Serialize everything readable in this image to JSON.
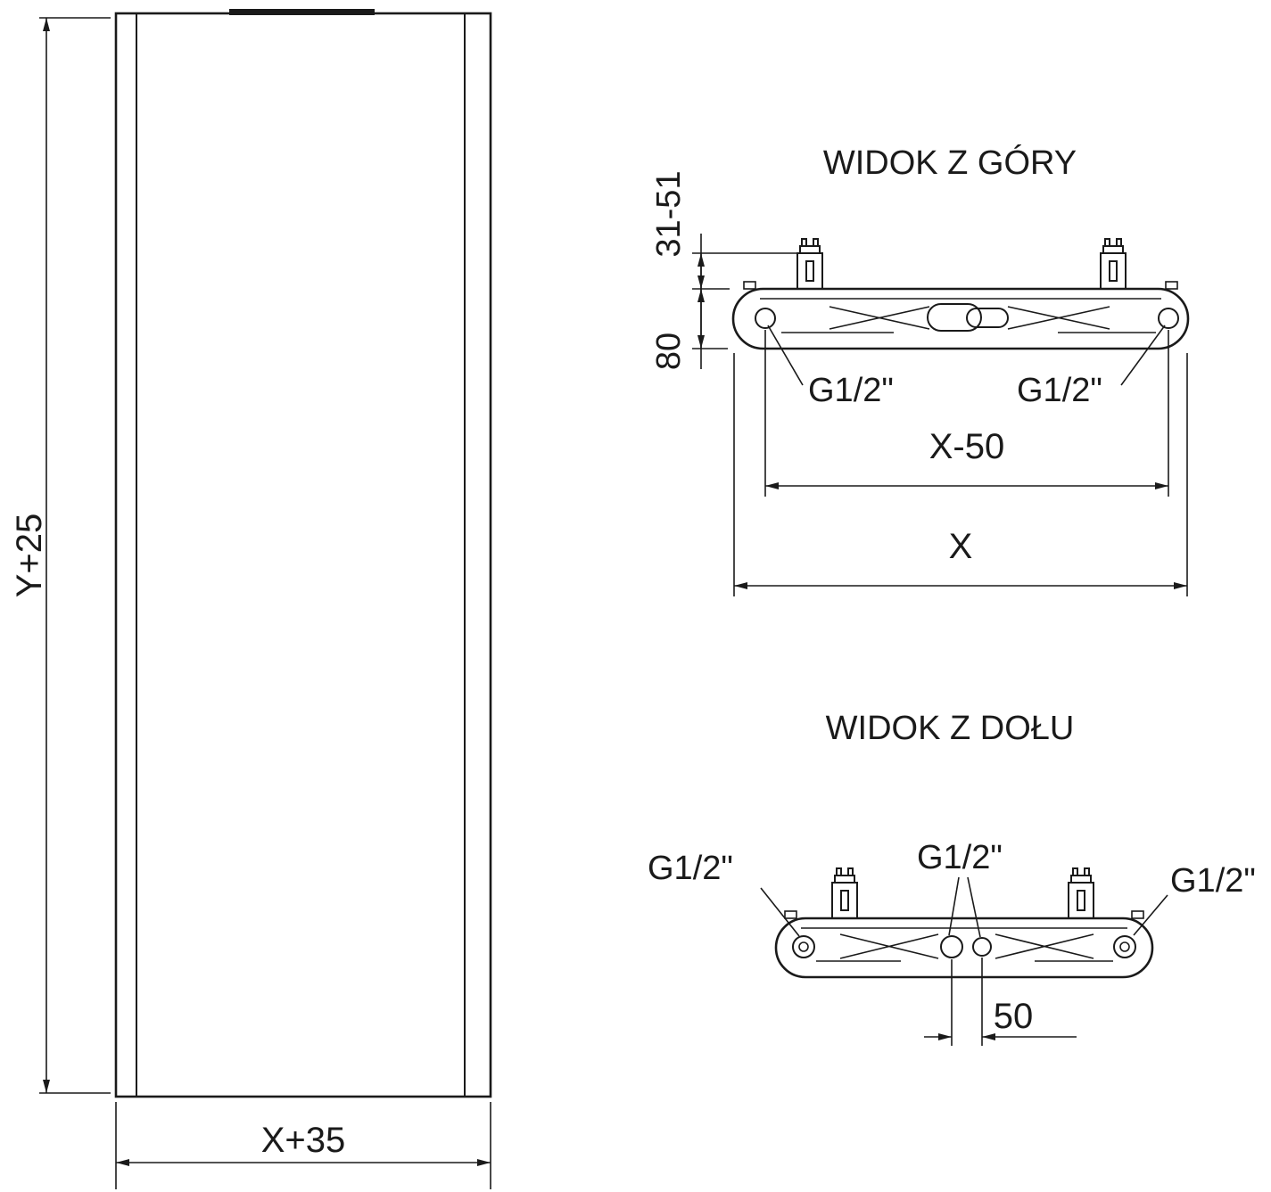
{
  "drawing": {
    "type": "technical-installation-drawing",
    "colors": {
      "line": "#1a1a1a",
      "background": "#ffffff"
    },
    "front_view": {
      "height_dim": "Y+25",
      "width_dim": "X+35"
    },
    "top_view": {
      "title": "WIDOK Z GÓRY",
      "bracket_offset_dim": "31-51",
      "depth_dim": "80",
      "left_connection": "G1/2\"",
      "right_connection": "G1/2\"",
      "connection_spacing_dim": "X-50",
      "total_width_dim": "X"
    },
    "bottom_view": {
      "title": "WIDOK Z DOŁU",
      "left_connection": "G1/2\"",
      "center_connection": "G1/2\"",
      "right_connection": "G1/2\"",
      "center_spacing_dim": "50"
    }
  }
}
